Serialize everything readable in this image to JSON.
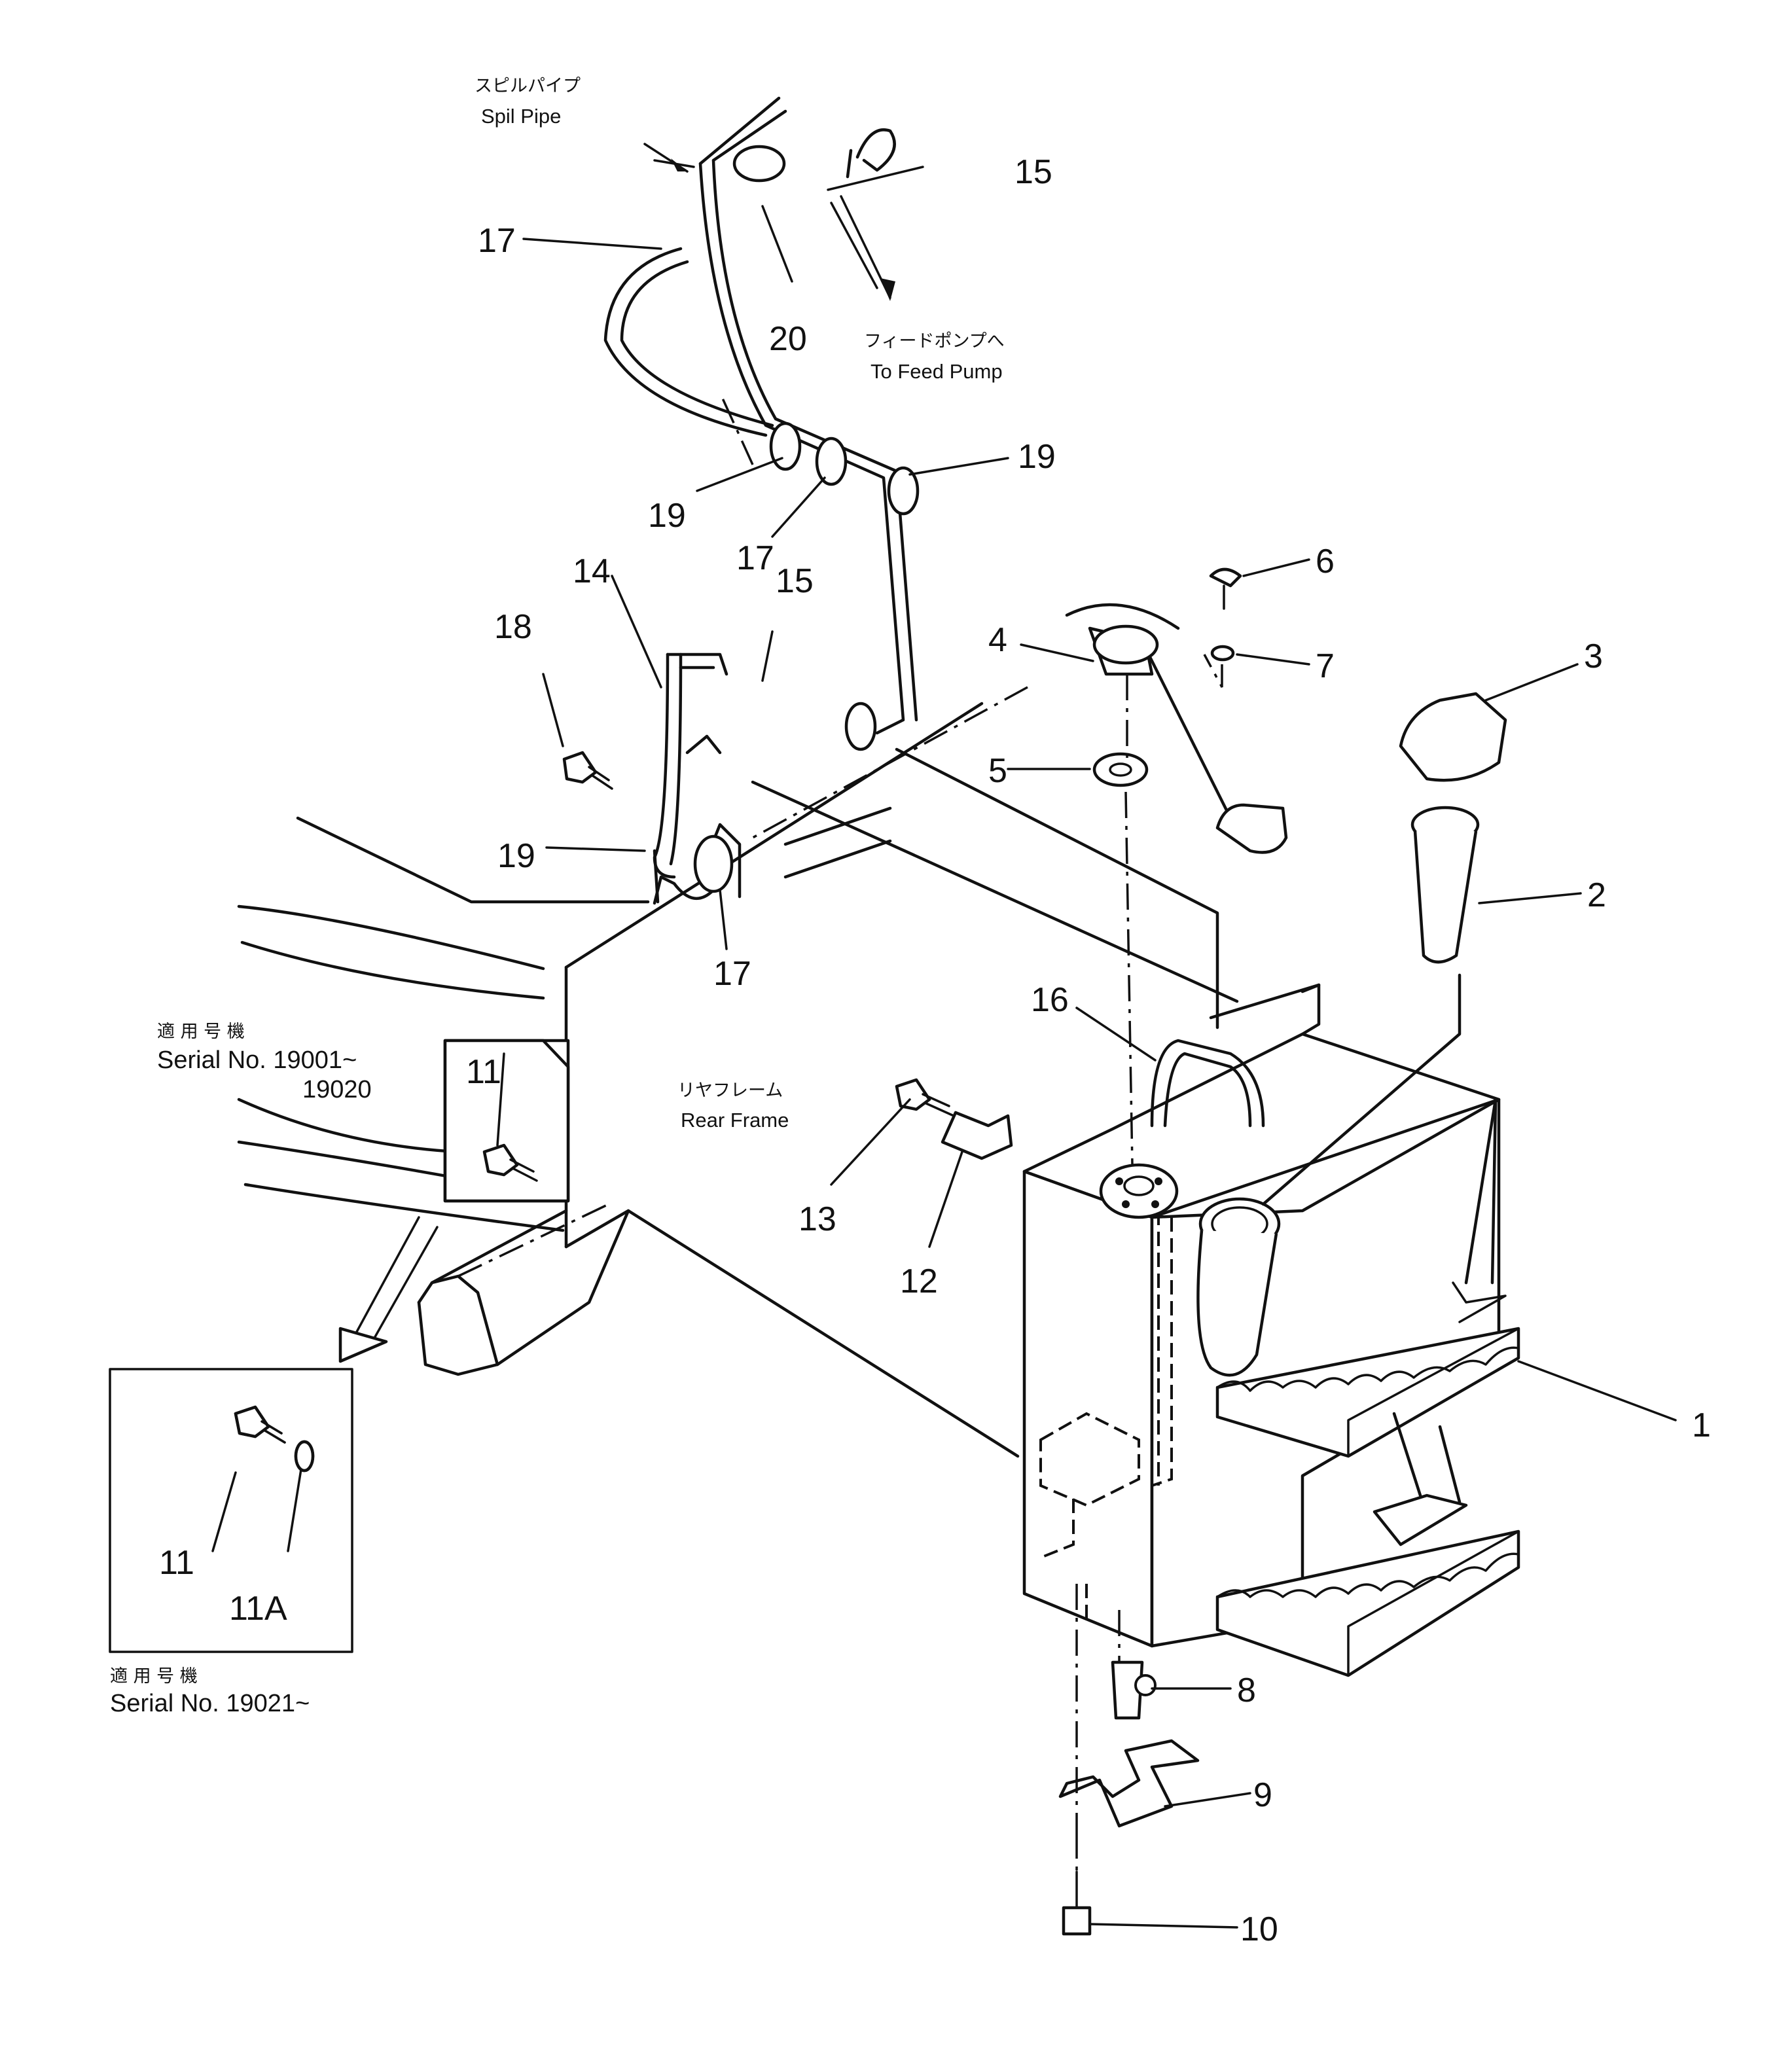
{
  "callouts": {
    "c1": "1",
    "c2": "2",
    "c3": "3",
    "c4": "4",
    "c5": "5",
    "c6": "6",
    "c7": "7",
    "c8": "8",
    "c9": "9",
    "c10": "10",
    "c11a": "11",
    "c11b": "11",
    "c11A": "11A",
    "c12": "12",
    "c13": "13",
    "c14": "14",
    "c15a": "15",
    "c15b": "15",
    "c16": "16",
    "c17a": "17",
    "c17b": "17",
    "c17c": "17",
    "c18": "18",
    "c19a": "19",
    "c19b": "19",
    "c19c": "19",
    "c20": "20"
  },
  "notes": {
    "spill_jp": "スピルパイプ",
    "spill_en": "Spil Pipe",
    "feed_jp": "フィードポンプへ",
    "feed_en": "To Feed Pump",
    "rear_jp": "リヤフレーム",
    "rear_en": "Rear Frame",
    "serial_top_jp": "適 用 号 機",
    "serial_top_line1": "Serial No. 19001~",
    "serial_top_line2": "19020",
    "serial_bottom_jp": "適 用 号 機",
    "serial_bottom_line1": "Serial No. 19021~"
  }
}
